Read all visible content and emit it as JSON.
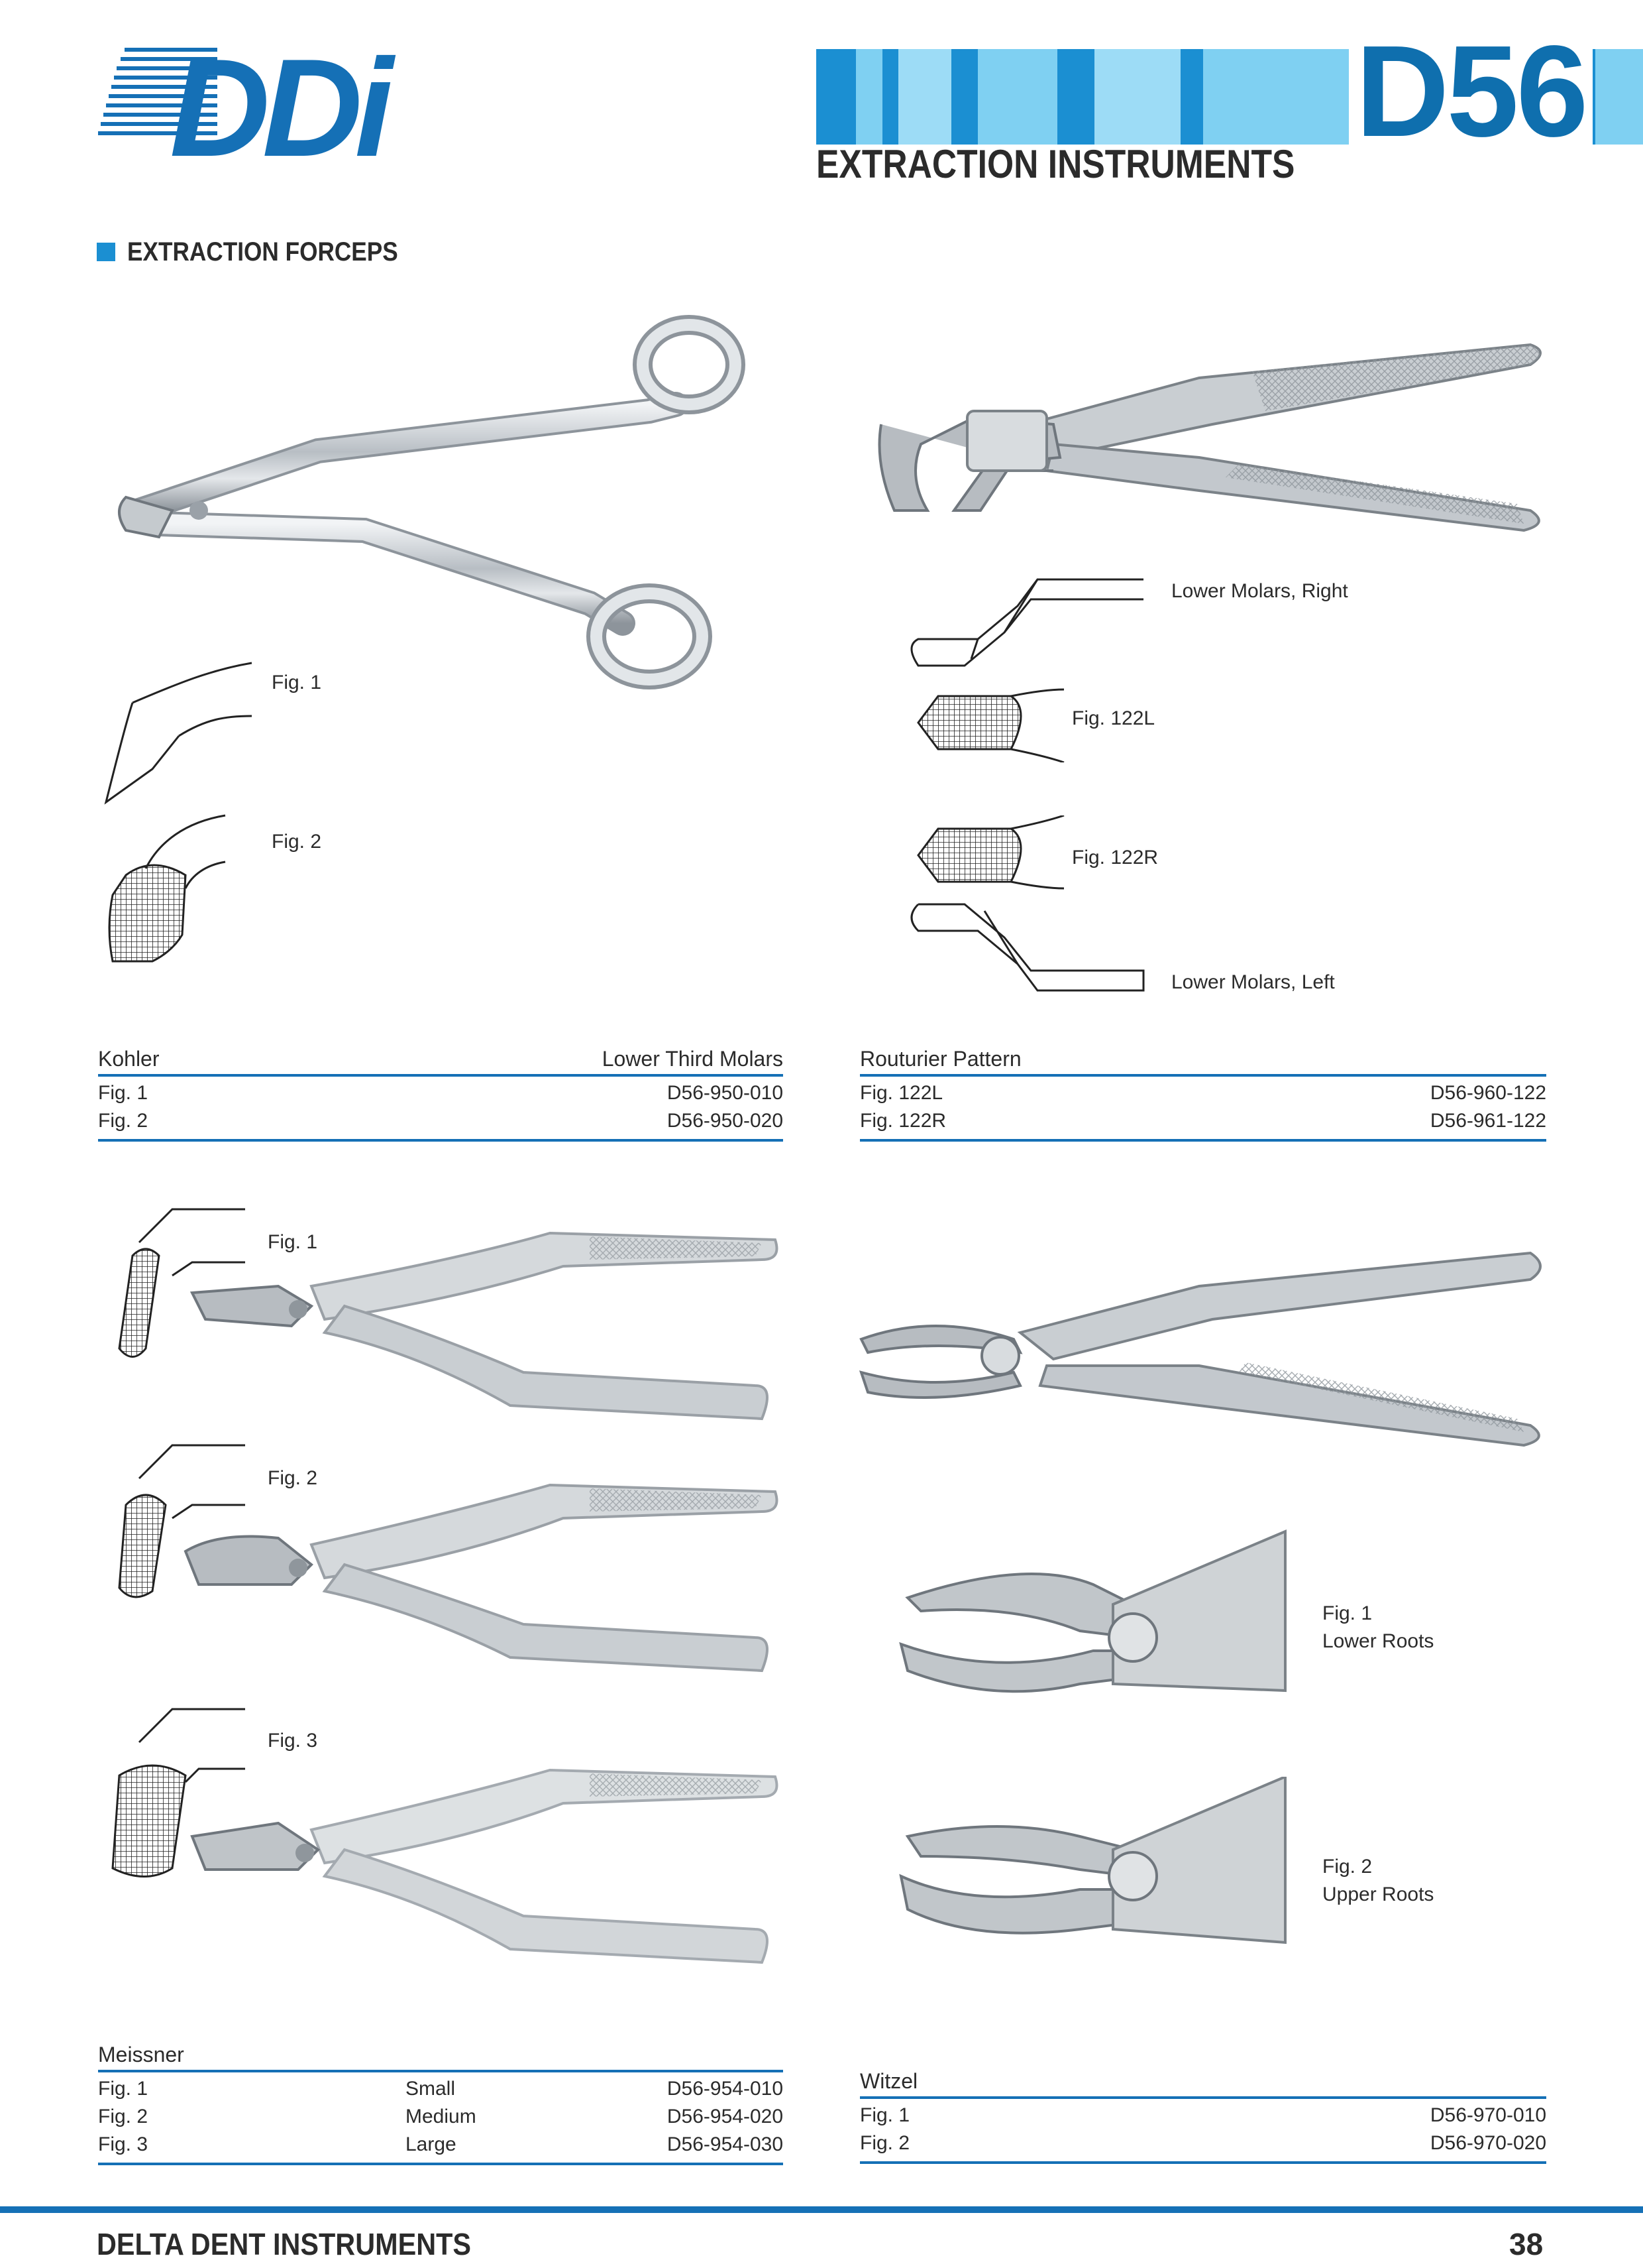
{
  "header": {
    "logo": "DDi",
    "series_code": "D56",
    "section_title": "EXTRACTION INSTRUMENTS",
    "brand_blue": "#1570b6",
    "accent_light_blue": "#7fd0f2"
  },
  "subsection": {
    "title": "EXTRACTION FORCEPS"
  },
  "kohler": {
    "name": "Kohler",
    "description": "Lower Third Molars",
    "rows": [
      {
        "fig": "Fig. 1",
        "code": "D56-950-010"
      },
      {
        "fig": "Fig. 2",
        "code": "D56-950-020"
      }
    ],
    "fig1_label": "Fig. 1",
    "fig2_label": "Fig. 2"
  },
  "routurier": {
    "name": "Routurier Pattern",
    "rows": [
      {
        "fig": "Fig. 122L",
        "code": "D56-960-122"
      },
      {
        "fig": "Fig. 122R",
        "code": "D56-961-122"
      }
    ],
    "label_right": "Lower Molars, Right",
    "label_left": "Lower Molars, Left",
    "fig122l_label": "Fig. 122L",
    "fig122r_label": "Fig. 122R"
  },
  "meissner": {
    "name": "Meissner",
    "rows": [
      {
        "fig": "Fig. 1",
        "size": "Small",
        "code": "D56-954-010"
      },
      {
        "fig": "Fig. 2",
        "size": "Medium",
        "code": "D56-954-020"
      },
      {
        "fig": "Fig. 3",
        "size": "Large",
        "code": "D56-954-030"
      }
    ],
    "fig1_label": "Fig. 1",
    "fig2_label": "Fig. 2",
    "fig3_label": "Fig. 3"
  },
  "witzel": {
    "name": "Witzel",
    "rows": [
      {
        "fig": "Fig. 1",
        "code": "D56-970-010"
      },
      {
        "fig": "Fig. 2",
        "code": "D56-970-020"
      }
    ],
    "fig1_label": "Fig. 1",
    "fig1_desc": "Lower Roots",
    "fig2_label": "Fig. 2",
    "fig2_desc": "Upper Roots"
  },
  "footer": {
    "company": "DELTA DENT INSTRUMENTS",
    "page_number": "38"
  }
}
